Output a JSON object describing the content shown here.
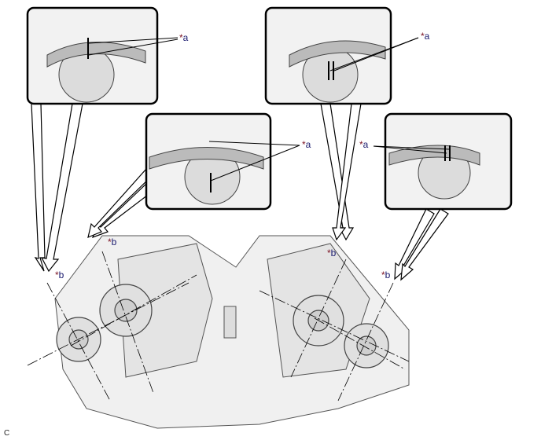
{
  "figure_code": "C",
  "callouts": {
    "a": {
      "asterisk": "*",
      "letter": "a"
    },
    "b": {
      "asterisk": "*",
      "letter": "b"
    }
  },
  "colors": {
    "asterisk": "#7a1020",
    "letter": "#1a1a6e",
    "outline": "#000000"
  }
}
